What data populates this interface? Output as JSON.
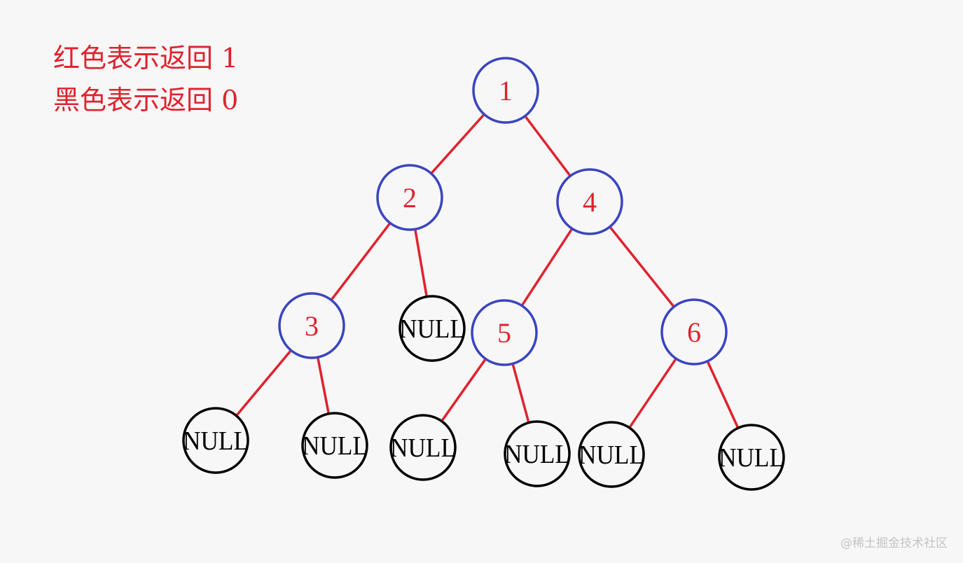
{
  "legend": {
    "red_text": "红色表示返回 1",
    "black_text": "黑色表示返回 0"
  },
  "colors": {
    "edge": "#e0222e",
    "node_stroke": "#3a45c0",
    "node_label": "#e0222e",
    "null_stroke": "#000000",
    "null_label": "#000000",
    "legend_text": "#e0222e"
  },
  "tree": {
    "nodes": [
      {
        "id": "n1",
        "label": "1",
        "type": "value"
      },
      {
        "id": "n2",
        "label": "2",
        "type": "value"
      },
      {
        "id": "n4",
        "label": "4",
        "type": "value"
      },
      {
        "id": "n3",
        "label": "3",
        "type": "value"
      },
      {
        "id": "nullA",
        "label": "NULL",
        "type": "null"
      },
      {
        "id": "n5",
        "label": "5",
        "type": "value"
      },
      {
        "id": "n6",
        "label": "6",
        "type": "value"
      },
      {
        "id": "nullB",
        "label": "NULL",
        "type": "null"
      },
      {
        "id": "nullC",
        "label": "NULL",
        "type": "null"
      },
      {
        "id": "nullD",
        "label": "NULL",
        "type": "null"
      },
      {
        "id": "nullE",
        "label": "NULL",
        "type": "null"
      },
      {
        "id": "nullF",
        "label": "NULL",
        "type": "null"
      },
      {
        "id": "nullG",
        "label": "NULL",
        "type": "null"
      }
    ],
    "edges": [
      {
        "from": "n1",
        "to": "n2"
      },
      {
        "from": "n1",
        "to": "n4"
      },
      {
        "from": "n2",
        "to": "n3"
      },
      {
        "from": "n2",
        "to": "nullA"
      },
      {
        "from": "n4",
        "to": "n5"
      },
      {
        "from": "n4",
        "to": "n6"
      },
      {
        "from": "n3",
        "to": "nullB"
      },
      {
        "from": "n3",
        "to": "nullC"
      },
      {
        "from": "n5",
        "to": "nullD"
      },
      {
        "from": "n5",
        "to": "nullE"
      },
      {
        "from": "n6",
        "to": "nullF"
      },
      {
        "from": "n6",
        "to": "nullG"
      }
    ]
  },
  "watermark": "@稀土掘金技术社区"
}
